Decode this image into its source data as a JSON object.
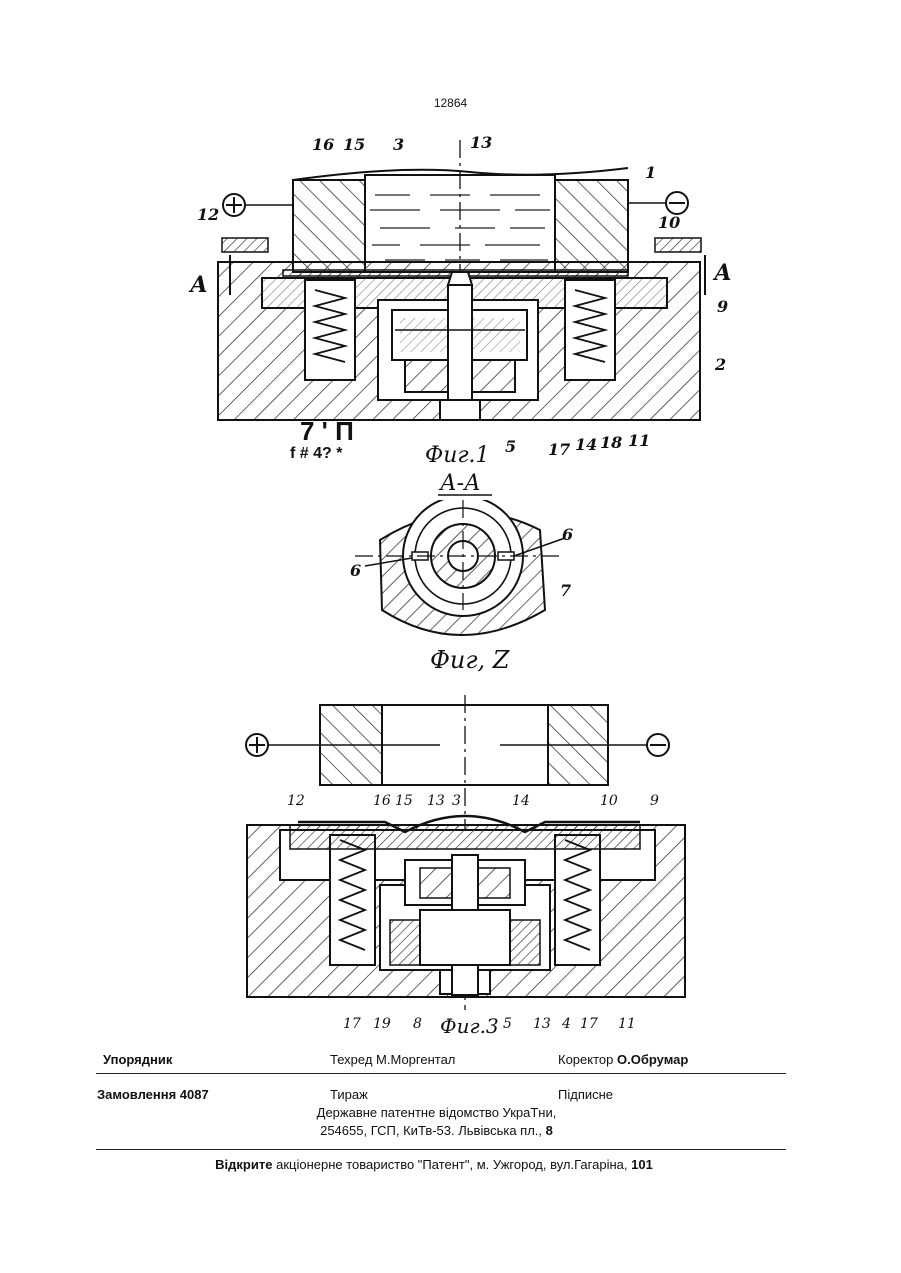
{
  "page_number": "12864",
  "fig1": {
    "caption": "Фиг.1",
    "section_title": "А-А",
    "labels": [
      "16",
      "15",
      "3",
      "13",
      "1",
      "12",
      "10",
      "А",
      "А",
      "9",
      "2",
      "17",
      "14",
      "18",
      "11",
      "5"
    ],
    "plus": "+",
    "minus": "−",
    "artifact_line1": "7 ' П",
    "artifact_line2": "f  # 4? *"
  },
  "fig2": {
    "caption": "Фиг, Z",
    "labels": [
      "6",
      "6",
      "7"
    ]
  },
  "fig3": {
    "caption": "Фиг.3",
    "labels_top": [
      "12",
      "16",
      "15",
      "13",
      "3",
      "14",
      "10",
      "9"
    ],
    "labels_bottom": [
      "17",
      "19",
      "8",
      "5",
      "13",
      "4",
      "17",
      "11"
    ],
    "plus": "+",
    "minus": "−"
  },
  "footer": {
    "compiler_label": "Упорядник",
    "tech_editor": "Техред М.Моргентал",
    "corrector_label": "Коректор",
    "corrector_name": "О.Обрумар",
    "order_label": "Замовлення 4087",
    "circulation": "Тираж",
    "subscription": "Підписне",
    "office_line1": "Державне патентне відомство УкраТни,",
    "office_line2_a": "254655, ГСП, КиТв-53. Львівська пл.,",
    "office_line2_b": "8",
    "publisher_bold": "Відкрите",
    "publisher_rest": "акціонерне товариство \"Патент\", м. Ужгород, вул.Гагаріна,",
    "publisher_num": "101"
  }
}
